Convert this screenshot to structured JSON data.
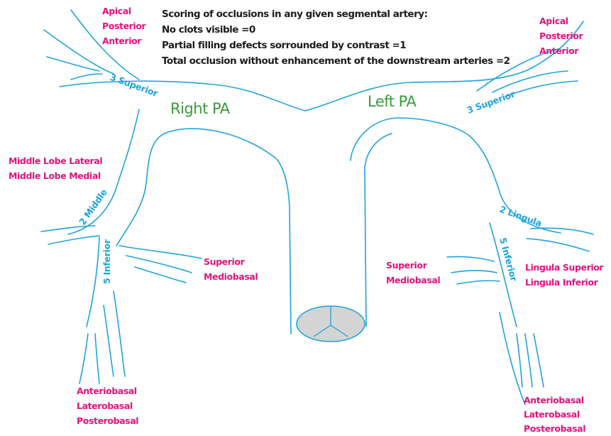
{
  "legend": {
    "title": "Scoring of occlusions in any given segmental artery:",
    "rows": [
      "No clots visible =0",
      "Partial filling defects sorrounded by contrast =1",
      "Total occlusion without enhancement of the downstream arteries =2"
    ]
  },
  "pa_labels": {
    "right": "Right PA",
    "left": "Left PA"
  },
  "branch_labels": {
    "right_superior": "3 Superior",
    "right_middle": "2 Middle",
    "right_inferior": "5 Inferior",
    "left_superior": "3 Superior",
    "left_lingula": "2 Lingula",
    "left_inferior": "5 Inferior"
  },
  "segments": {
    "right_upper": [
      "Apical",
      "Posterior",
      "Anterior"
    ],
    "left_upper": [
      "Apical",
      "Posterior",
      "Anterior"
    ],
    "right_middle": [
      "Middle Lobe Lateral",
      "Middle Lobe Medial"
    ],
    "right_lower_mid": [
      "Superior",
      "Mediobasal"
    ],
    "left_lower_mid": [
      "Superior",
      "Mediobasal"
    ],
    "left_lingula": [
      "Lingula Superior",
      "Lingula Inferior"
    ],
    "right_lower_base": [
      "Anteriobasal",
      "Laterobasal",
      "Posterobasal"
    ],
    "left_lower_base": [
      "Anteriobasal",
      "Laterobasal",
      "Posterobasal"
    ]
  },
  "colors": {
    "vessel": "#1fa3dc",
    "segment_text": "#e4127b",
    "pa_text": "#3a9a3a",
    "legend_text": "#1c1c1c",
    "trunk_fill": "#d4d4d4"
  }
}
